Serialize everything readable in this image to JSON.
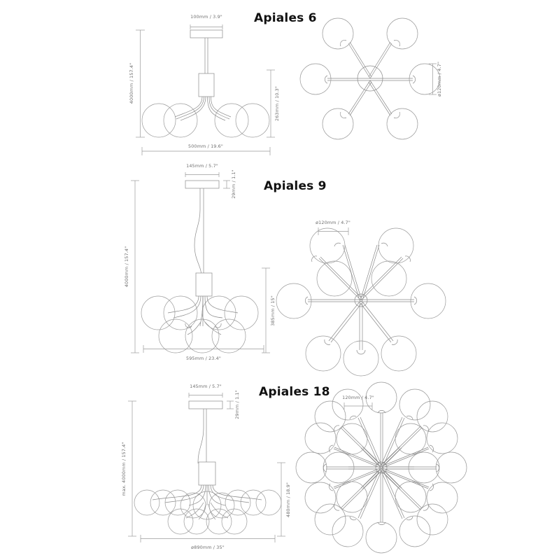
{
  "page": {
    "background": "#ffffff",
    "line_color": "#8a8a8a",
    "text_color": "#6f6f6f",
    "title_color": "#111111"
  },
  "sections": [
    {
      "id": "apiales-6",
      "title": "Apiales 6",
      "lights": 6,
      "front_view": {
        "canopy_width_label": "100mm / 3.9\"",
        "drop_label": "4000mm / 157.4\"",
        "fixture_height_label": "263mm / 10.3\"",
        "overall_width_label": "500mm / 19.6\""
      },
      "top_view": {
        "globe_diameter_label": "ø120mm / 4.7\"",
        "arm_count": 6
      }
    },
    {
      "id": "apiales-9",
      "title": "Apiales 9",
      "lights": 9,
      "front_view": {
        "canopy_width_label": "145mm / 5.7\"",
        "canopy_height_label": "29mm / 1.1\"",
        "drop_label": "4000mm / 157.4\"",
        "fixture_height_label": "385mm / 15\"",
        "overall_width_label": "595mm / 23.4\""
      },
      "top_view": {
        "globe_diameter_label": "ø120mm / 4.7\"",
        "arm_count": 9
      }
    },
    {
      "id": "apiales-18",
      "title": "Apiales 18",
      "lights": 18,
      "front_view": {
        "canopy_width_label": "145mm / 5.7\"",
        "canopy_height_label": "29mm / 1.1\"",
        "drop_label": "max. 4000mm / 157.4\"",
        "fixture_height_label": "480mm / 18.9\"",
        "overall_width_label": "ø890mm / 35\""
      },
      "top_view": {
        "globe_diameter_label": "120mm / 4.7\"",
        "arm_count": 18
      }
    }
  ]
}
